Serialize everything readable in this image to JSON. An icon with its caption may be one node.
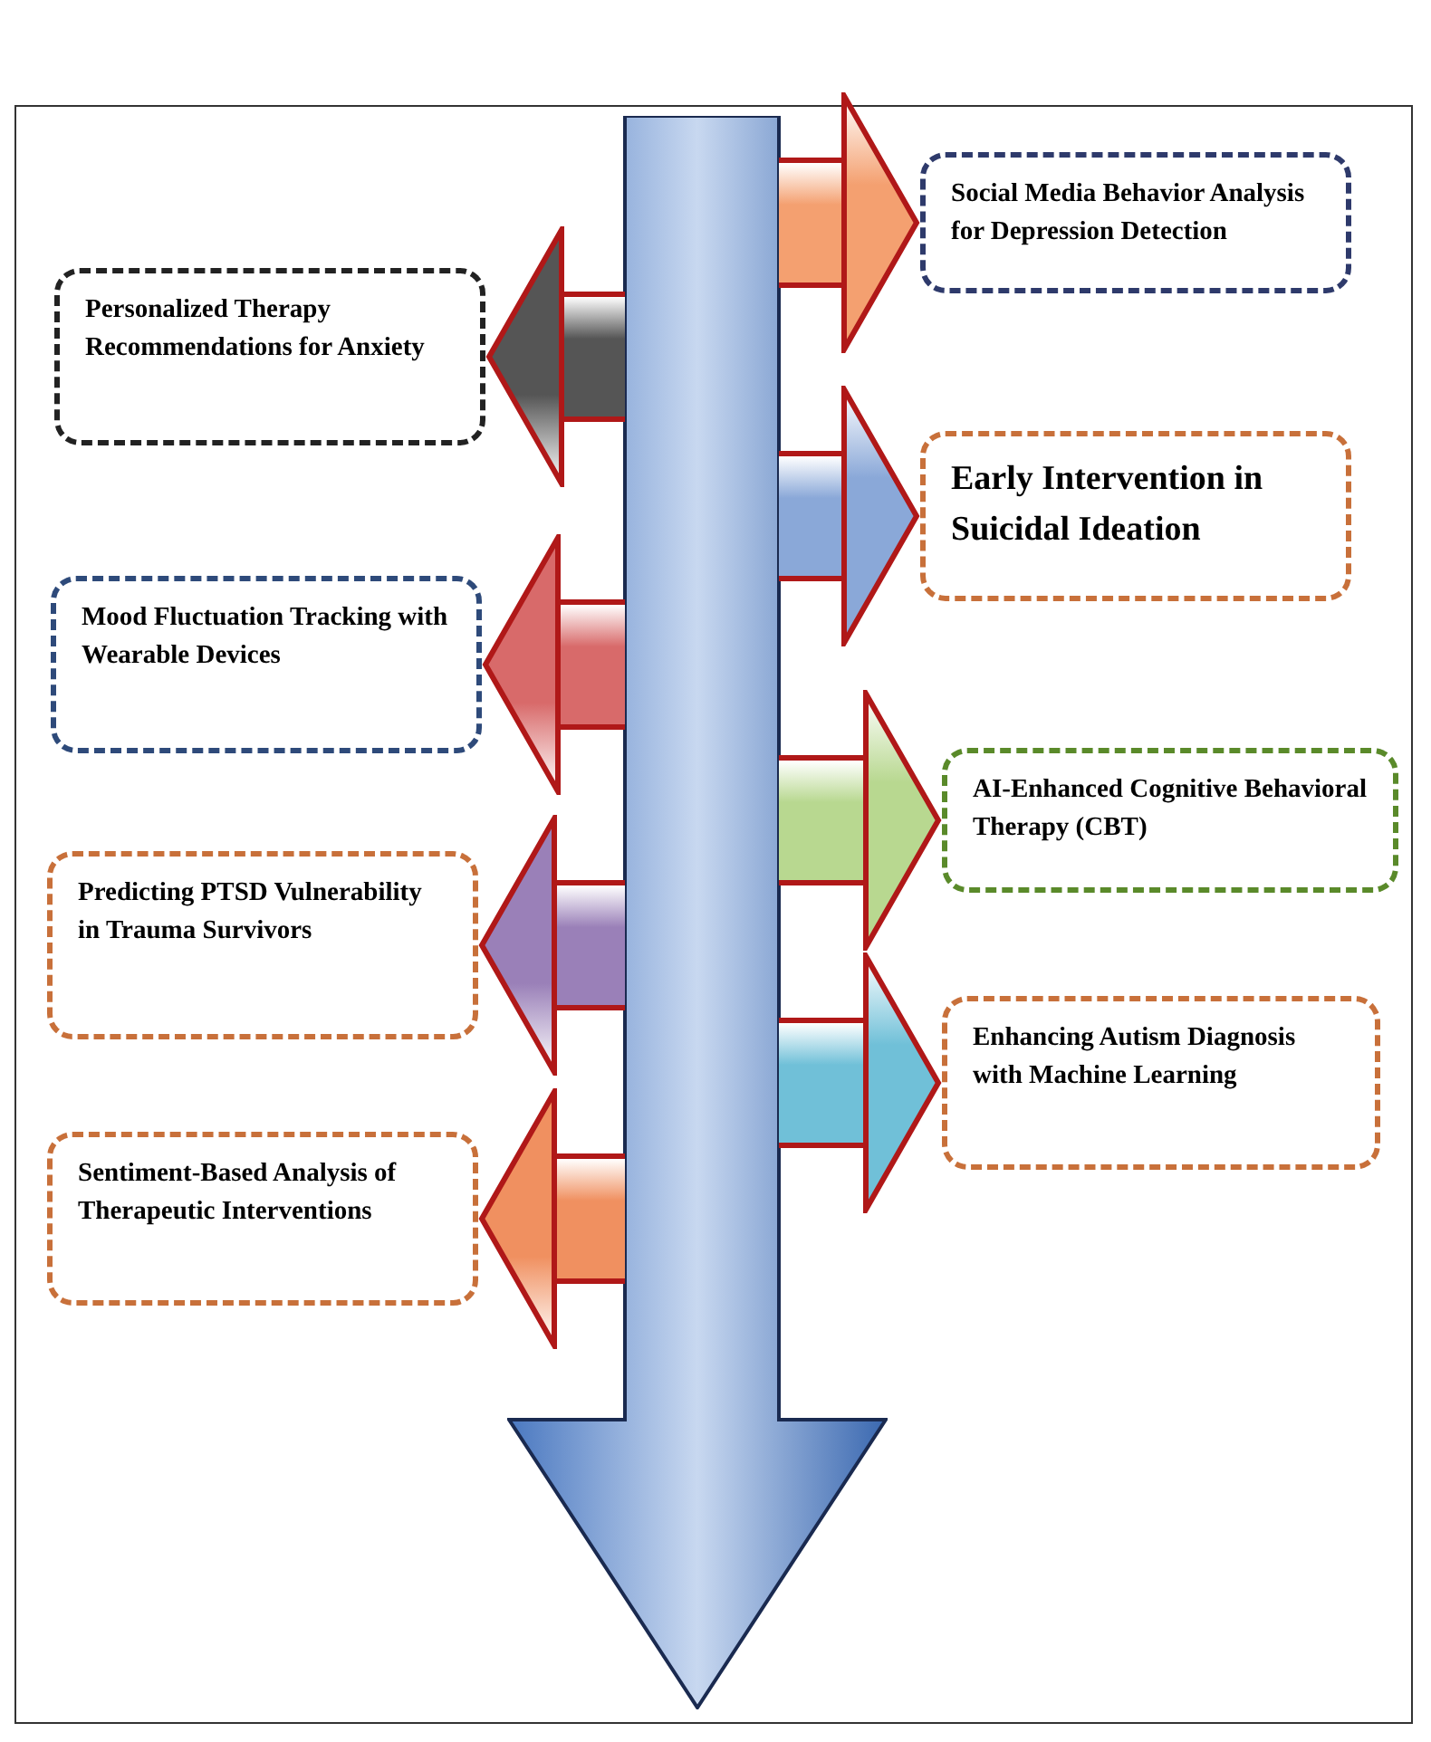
{
  "diagram": {
    "nodes": [
      {
        "text": [],
        "shape": "arrow"
      },
      {
        "text": [
          "Social Media Behavior Analysis for Depression Detection"
        ]
      },
      {
        "text": [
          "Personalized Therapy Recommendations for Anxiety"
        ]
      },
      {
        "text": [
          "Early Intervention in Suicidal Ideation"
        ]
      },
      {
        "text": [
          "Mood Fluctuation Tracking with Wearable Devices"
        ]
      },
      {
        "text": [
          "AI-Enhanced Cognitive Behavioral Therapy (CBT)"
        ]
      },
      {
        "text": [
          "Predicting PTSD Vulnerability in Trauma Survivors"
        ]
      },
      {
        "text": [
          "Enhancing Autism Diagnosis with Machine Learning"
        ]
      },
      {
        "text": [
          "Sentiment-Based Analysis of Therapeutic Interventions"
        ]
      }
    ],
    "edges": [
      {
        "from": 0,
        "to": 1,
        "arrow": "to",
        "style": "thick",
        "color": "#f4a070"
      },
      {
        "from": 0,
        "to": 2,
        "arrow": "to",
        "style": "thick",
        "color": "#555555"
      },
      {
        "from": 0,
        "to": 3,
        "arrow": "to",
        "style": "thick",
        "color": "#8aa8d8"
      },
      {
        "from": 0,
        "to": 4,
        "arrow": "to",
        "style": "thick",
        "color": "#d86a6a"
      },
      {
        "from": 0,
        "to": 5,
        "arrow": "to",
        "style": "thick",
        "color": "#b8d890"
      },
      {
        "from": 0,
        "to": 6,
        "arrow": "to",
        "style": "thick",
        "color": "#9a80b8"
      },
      {
        "from": 0,
        "to": 7,
        "arrow": "to",
        "style": "thick",
        "color": "#70c0d8"
      },
      {
        "from": 0,
        "to": 8,
        "arrow": "to",
        "style": "thick",
        "color": "#f09060"
      }
    ]
  }
}
